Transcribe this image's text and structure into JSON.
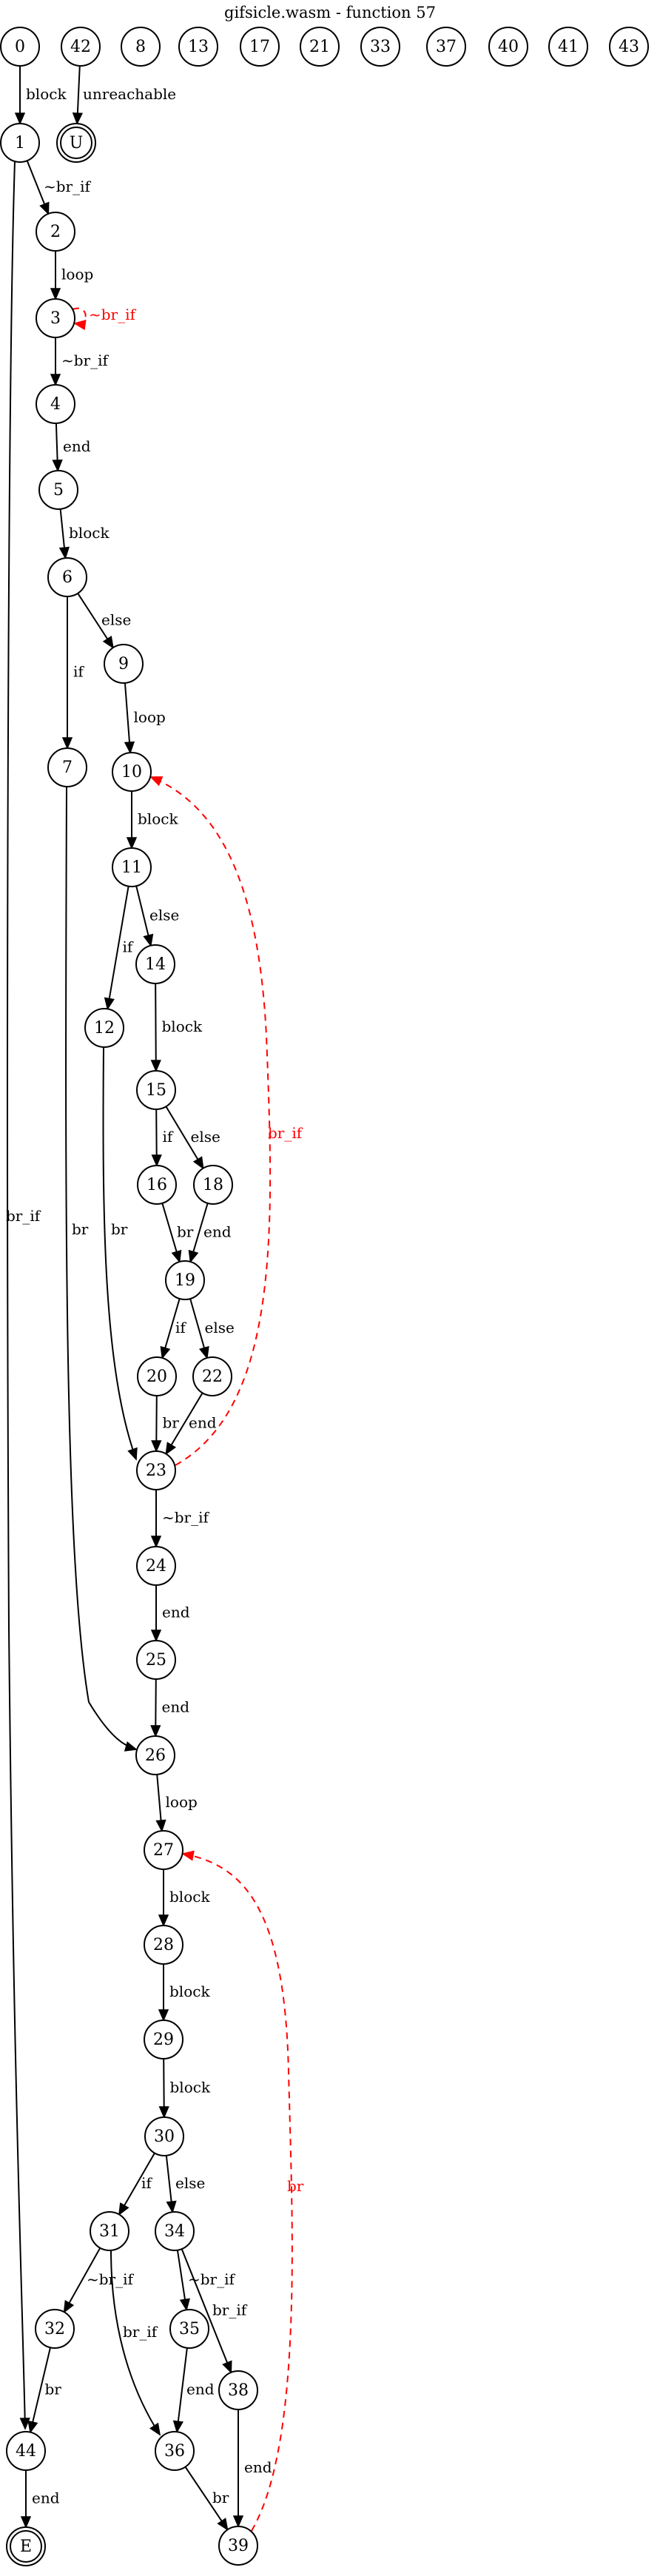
{
  "title": "gifsicle.wasm - function 57",
  "nodes": [
    {
      "id": "0",
      "label": "0"
    },
    {
      "id": "42",
      "label": "42"
    },
    {
      "id": "8",
      "label": "8"
    },
    {
      "id": "13",
      "label": "13"
    },
    {
      "id": "17",
      "label": "17"
    },
    {
      "id": "21",
      "label": "21"
    },
    {
      "id": "33",
      "label": "33"
    },
    {
      "id": "37",
      "label": "37"
    },
    {
      "id": "40",
      "label": "40"
    },
    {
      "id": "41",
      "label": "41"
    },
    {
      "id": "43",
      "label": "43"
    },
    {
      "id": "1",
      "label": "1"
    },
    {
      "id": "U",
      "label": "U",
      "double": true
    },
    {
      "id": "2",
      "label": "2"
    },
    {
      "id": "3",
      "label": "3"
    },
    {
      "id": "4",
      "label": "4"
    },
    {
      "id": "5",
      "label": "5"
    },
    {
      "id": "6",
      "label": "6"
    },
    {
      "id": "7",
      "label": "7"
    },
    {
      "id": "9",
      "label": "9"
    },
    {
      "id": "10",
      "label": "10"
    },
    {
      "id": "11",
      "label": "11"
    },
    {
      "id": "12",
      "label": "12"
    },
    {
      "id": "14",
      "label": "14"
    },
    {
      "id": "15",
      "label": "15"
    },
    {
      "id": "16",
      "label": "16"
    },
    {
      "id": "18",
      "label": "18"
    },
    {
      "id": "19",
      "label": "19"
    },
    {
      "id": "20",
      "label": "20"
    },
    {
      "id": "22",
      "label": "22"
    },
    {
      "id": "23",
      "label": "23"
    },
    {
      "id": "24",
      "label": "24"
    },
    {
      "id": "25",
      "label": "25"
    },
    {
      "id": "26",
      "label": "26"
    },
    {
      "id": "27",
      "label": "27"
    },
    {
      "id": "28",
      "label": "28"
    },
    {
      "id": "29",
      "label": "29"
    },
    {
      "id": "30",
      "label": "30"
    },
    {
      "id": "31",
      "label": "31"
    },
    {
      "id": "34",
      "label": "34"
    },
    {
      "id": "32",
      "label": "32"
    },
    {
      "id": "35",
      "label": "35"
    },
    {
      "id": "38",
      "label": "38"
    },
    {
      "id": "44",
      "label": "44"
    },
    {
      "id": "36",
      "label": "36"
    },
    {
      "id": "39",
      "label": "39"
    },
    {
      "id": "E",
      "label": "E",
      "double": true
    }
  ],
  "edges": [
    {
      "from": "0",
      "to": "1",
      "label": "block"
    },
    {
      "from": "42",
      "to": "U",
      "label": "unreachable"
    },
    {
      "from": "1",
      "to": "2",
      "label": "~br_if"
    },
    {
      "from": "1",
      "to": "44",
      "label": "br_if"
    },
    {
      "from": "2",
      "to": "3",
      "label": "loop"
    },
    {
      "from": "3",
      "to": "3",
      "label": "~br_if",
      "back": true
    },
    {
      "from": "3",
      "to": "4",
      "label": "~br_if"
    },
    {
      "from": "4",
      "to": "5",
      "label": "end"
    },
    {
      "from": "5",
      "to": "6",
      "label": "block"
    },
    {
      "from": "6",
      "to": "7",
      "label": "if"
    },
    {
      "from": "6",
      "to": "9",
      "label": "else"
    },
    {
      "from": "7",
      "to": "26",
      "label": "br"
    },
    {
      "from": "9",
      "to": "10",
      "label": "loop"
    },
    {
      "from": "10",
      "to": "11",
      "label": "block"
    },
    {
      "from": "11",
      "to": "12",
      "label": "if"
    },
    {
      "from": "11",
      "to": "14",
      "label": "else"
    },
    {
      "from": "12",
      "to": "23",
      "label": "br"
    },
    {
      "from": "14",
      "to": "15",
      "label": "block"
    },
    {
      "from": "15",
      "to": "16",
      "label": "if"
    },
    {
      "from": "15",
      "to": "18",
      "label": "else"
    },
    {
      "from": "16",
      "to": "19",
      "label": "br"
    },
    {
      "from": "18",
      "to": "19",
      "label": "end"
    },
    {
      "from": "19",
      "to": "20",
      "label": "if"
    },
    {
      "from": "19",
      "to": "22",
      "label": "else"
    },
    {
      "from": "20",
      "to": "23",
      "label": "br"
    },
    {
      "from": "22",
      "to": "23",
      "label": "end"
    },
    {
      "from": "23",
      "to": "10",
      "label": "br_if",
      "back": true
    },
    {
      "from": "23",
      "to": "24",
      "label": "~br_if"
    },
    {
      "from": "24",
      "to": "25",
      "label": "end"
    },
    {
      "from": "25",
      "to": "26",
      "label": "end"
    },
    {
      "from": "26",
      "to": "27",
      "label": "loop"
    },
    {
      "from": "27",
      "to": "28",
      "label": "block"
    },
    {
      "from": "28",
      "to": "29",
      "label": "block"
    },
    {
      "from": "29",
      "to": "30",
      "label": "block"
    },
    {
      "from": "30",
      "to": "31",
      "label": "if"
    },
    {
      "from": "30",
      "to": "34",
      "label": "else"
    },
    {
      "from": "31",
      "to": "32",
      "label": "~br_if"
    },
    {
      "from": "31",
      "to": "36",
      "label": "br_if"
    },
    {
      "from": "34",
      "to": "35",
      "label": "~br_if"
    },
    {
      "from": "34",
      "to": "38",
      "label": "br_if"
    },
    {
      "from": "32",
      "to": "44",
      "label": "br"
    },
    {
      "from": "35",
      "to": "36",
      "label": "end"
    },
    {
      "from": "38",
      "to": "39",
      "label": "end"
    },
    {
      "from": "36",
      "to": "39",
      "label": "br"
    },
    {
      "from": "39",
      "to": "27",
      "label": "br",
      "back": true
    },
    {
      "from": "44",
      "to": "E",
      "label": "end"
    }
  ]
}
